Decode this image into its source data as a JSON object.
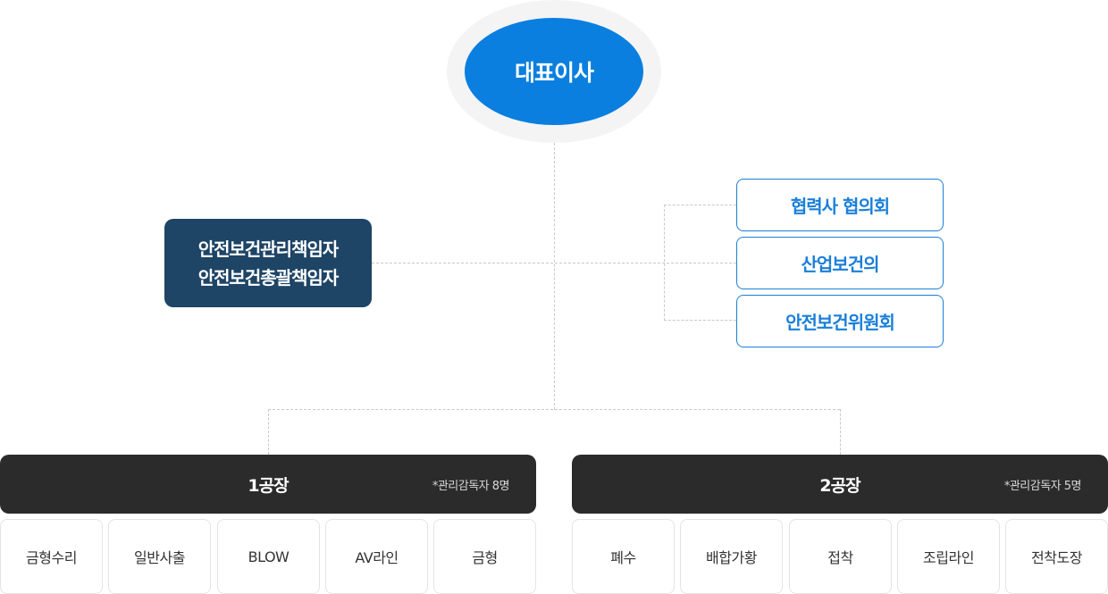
{
  "ceo": {
    "label": "대표이사"
  },
  "safety_officer": {
    "line1": "안전보건관리책임자",
    "line2": "안전보건총괄책임자"
  },
  "committees": [
    {
      "label": "협력사 협의회"
    },
    {
      "label": "산업보건의"
    },
    {
      "label": "안전보건위원회"
    }
  ],
  "plants": [
    {
      "title": "1공장",
      "note": "*관리감독자 8명",
      "teams": [
        "금형수리",
        "일반사출",
        "BLOW",
        "AV라인",
        "금형"
      ]
    },
    {
      "title": "2공장",
      "note": "*관리감독자 5명",
      "teams": [
        "폐수",
        "배합가황",
        "접착",
        "조립라인",
        "전착도장"
      ]
    }
  ],
  "colors": {
    "ceo": "#0a7fdf",
    "officer": "#1e4466",
    "committee_border": "#1a7fd8",
    "plant_header": "#2b2b2b"
  }
}
